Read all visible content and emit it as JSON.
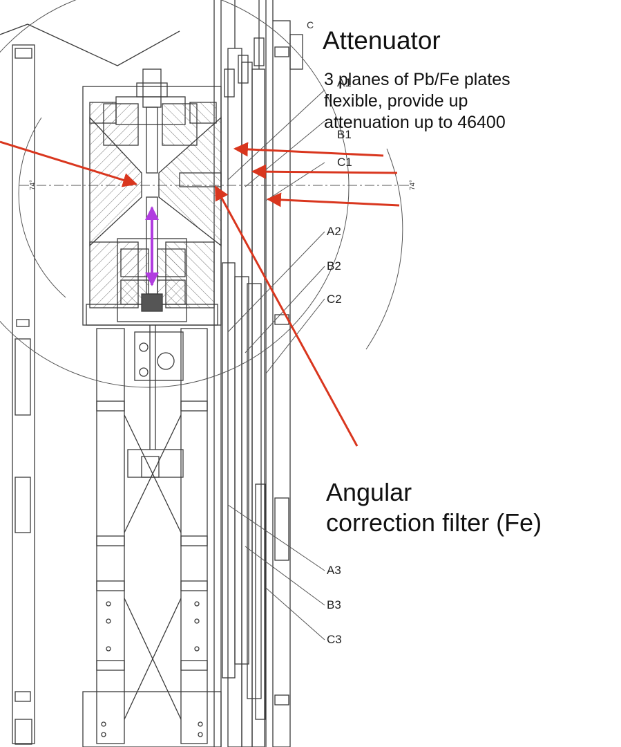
{
  "callouts": {
    "attenuator": {
      "title": "Attenuator",
      "body_lines": [
        "3 planes of Pb/Fe plates",
        "flexible, provide up",
        "attenuation up to 46400"
      ]
    },
    "angular_filter": {
      "title_lines": [
        "Angular",
        "correction filter (Fe)"
      ]
    }
  },
  "part_labels": {
    "A1": "A1",
    "B1": "B1",
    "C1": "C1",
    "A2": "A2",
    "B2": "B2",
    "C2": "C2",
    "A3": "A3",
    "B3": "B3",
    "C3": "C3"
  },
  "angle_labels": {
    "left": "74°",
    "right": "74°"
  },
  "section_mark": "C",
  "colors": {
    "line": "#3a3a3a",
    "callout_arrow": "#d9361e",
    "motion_arrow": "#b13de0",
    "hatch": "#777777"
  }
}
